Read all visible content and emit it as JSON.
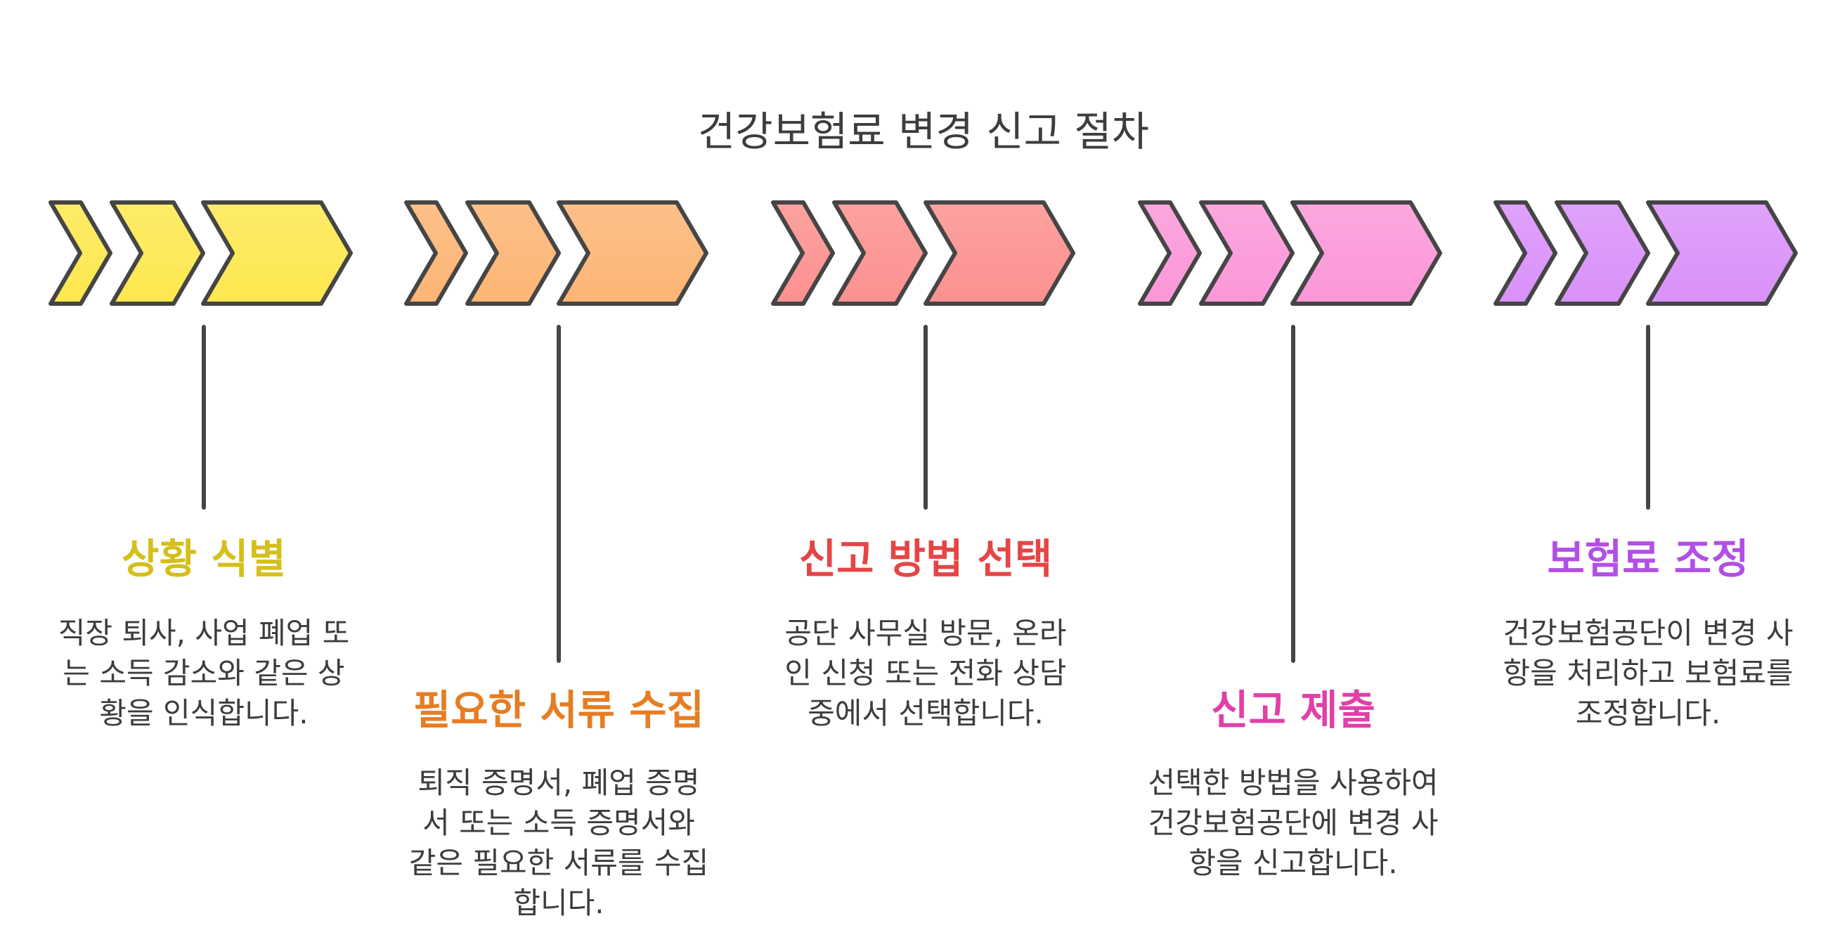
{
  "title": "건강보험료 변경 신고 절차",
  "steps": [
    {
      "title": "상황 식별",
      "description": "직장 퇴사, 사업 폐업 또는 소득 감소와 같은 상황을 인식합니다.",
      "color": "#fde84f",
      "title_color": "#d4bf1b"
    },
    {
      "title": "필요한 서류 수집",
      "description": "퇴직 증명서, 폐업 증명서 또는 소득 증명서와 같은 필요한 서류를 수집합니다.",
      "color": "#fdb574",
      "title_color": "#e67d22"
    },
    {
      "title": "신고 방법 선택",
      "description": "공단 사무실 방문, 온라인 신청 또는 전화 상담 중에서 선택합니다.",
      "color": "#fc918f",
      "title_color": "#e54545"
    },
    {
      "title": "신고 제출",
      "description": "선택한 방법을 사용하여 건강보험공단에 변경 사항을 신고합니다.",
      "color": "#fb97d8",
      "title_color": "#e040a8"
    },
    {
      "title": "보험료 조정",
      "description": "건강보험공단이 변경 사항을 처리하고 보험료를 조정합니다.",
      "color": "#d991f9",
      "title_color": "#b24fe6"
    }
  ]
}
